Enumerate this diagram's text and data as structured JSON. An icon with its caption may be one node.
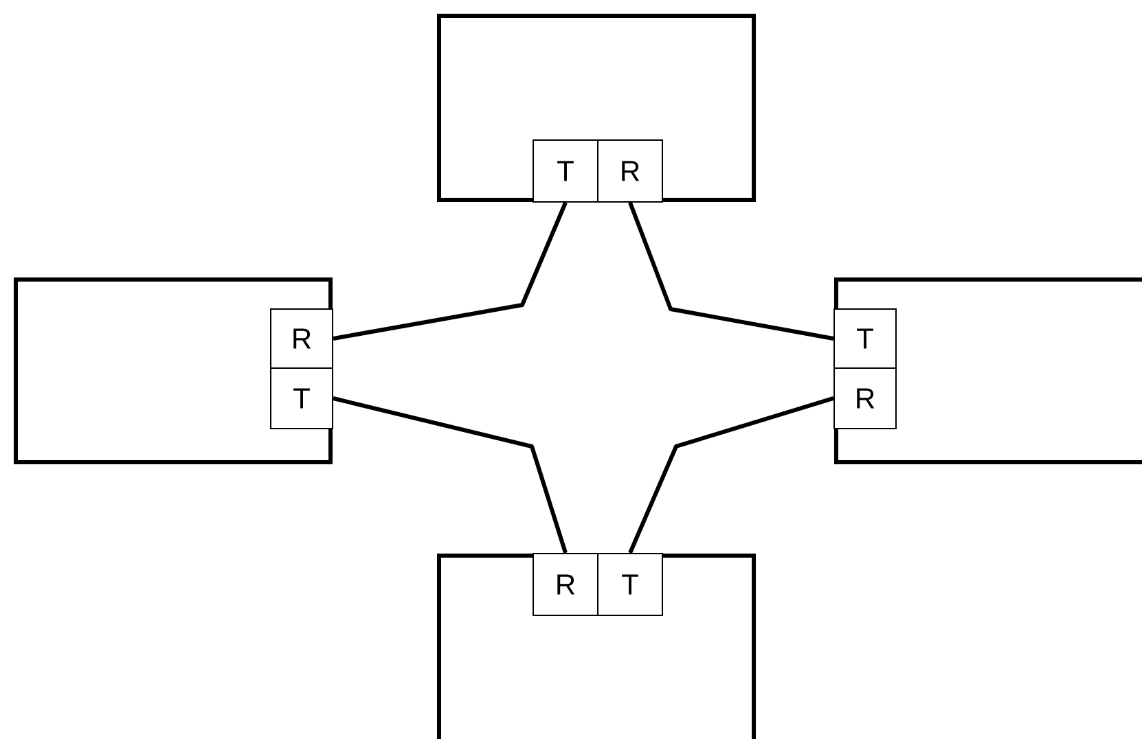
{
  "diagram": {
    "nodes": [
      {
        "text": [],
        "shape": "box"
      },
      {
        "text": [
          "T"
        ],
        "in": 0
      },
      {
        "text": [
          "R"
        ],
        "in": 0
      },
      {
        "text": [],
        "shape": "box"
      },
      {
        "text": [
          "R"
        ],
        "in": 3
      },
      {
        "text": [
          "T"
        ],
        "in": 3
      },
      {
        "text": [],
        "shape": "box"
      },
      {
        "text": [
          "T"
        ],
        "in": 6
      },
      {
        "text": [
          "R"
        ],
        "in": 6
      },
      {
        "text": [],
        "shape": "box"
      },
      {
        "text": [
          "R"
        ],
        "in": 9
      },
      {
        "text": [
          "T"
        ],
        "in": 9
      }
    ],
    "edges": [
      {
        "from": 1,
        "to": 4,
        "arrow": "none"
      },
      {
        "from": 2,
        "to": 7,
        "arrow": "none"
      },
      {
        "from": 5,
        "to": 10,
        "arrow": "none"
      },
      {
        "from": 8,
        "to": 11,
        "arrow": "none"
      }
    ]
  }
}
